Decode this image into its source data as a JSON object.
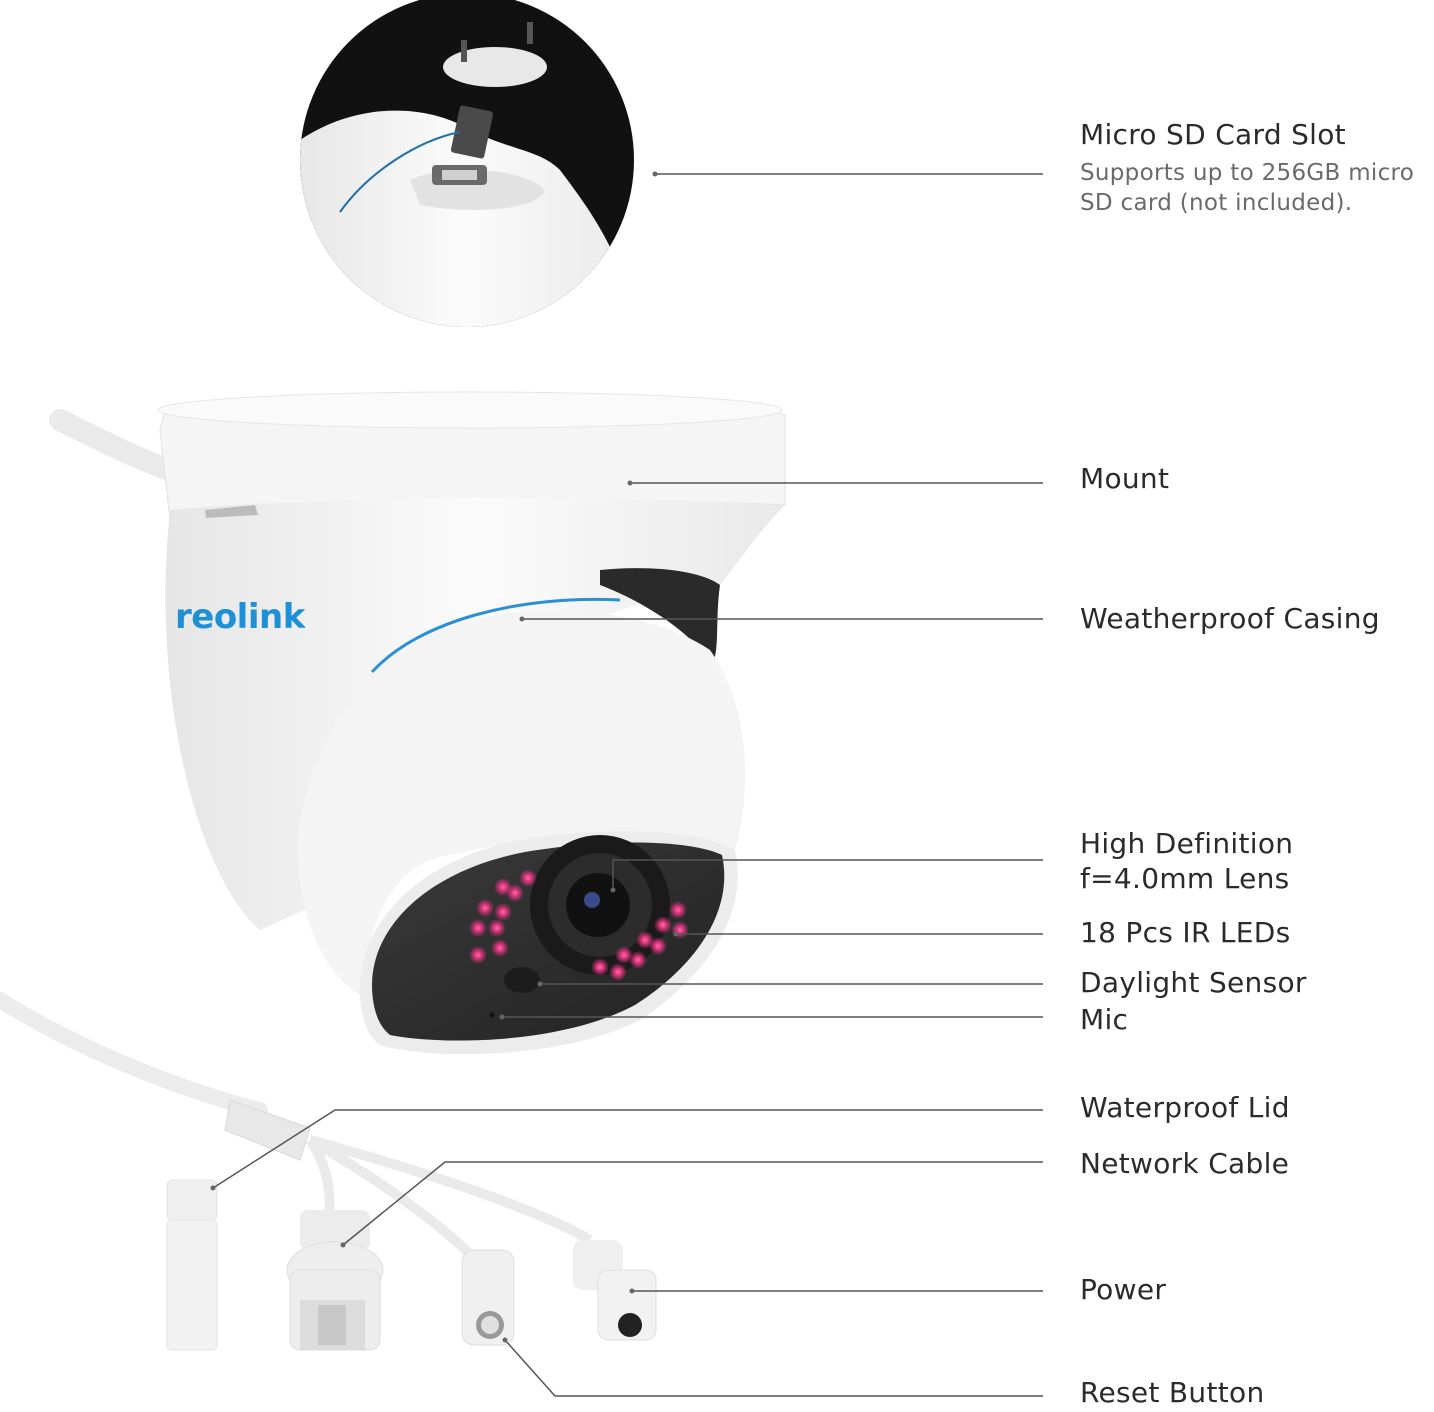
{
  "brand": {
    "logo_text": "reolink",
    "accent_color": "#1e90d6"
  },
  "callouts": [
    {
      "id": "sd-slot",
      "title": "Micro SD Card Slot",
      "subtitle_line1": "Supports up to 256GB micro",
      "subtitle_line2": "SD card (not included)."
    },
    {
      "id": "mount",
      "title": "Mount"
    },
    {
      "id": "casing",
      "title": "Weatherproof Casing"
    },
    {
      "id": "lens",
      "title_line1": "High Definition",
      "title_line2": "f=4.0mm Lens"
    },
    {
      "id": "ir-leds",
      "title": "18 Pcs IR LEDs"
    },
    {
      "id": "daylight-sensor",
      "title": "Daylight Sensor"
    },
    {
      "id": "mic",
      "title": "Mic"
    },
    {
      "id": "waterproof-lid",
      "title": "Waterproof Lid"
    },
    {
      "id": "network-cable",
      "title": "Network Cable"
    },
    {
      "id": "power",
      "title": "Power"
    },
    {
      "id": "reset-button",
      "title": "Reset Button"
    }
  ],
  "colors": {
    "leader_line": "#555555",
    "ir_led": "#e0307a",
    "inset_bg": "#111111",
    "body_white": "#f3f3f3"
  }
}
